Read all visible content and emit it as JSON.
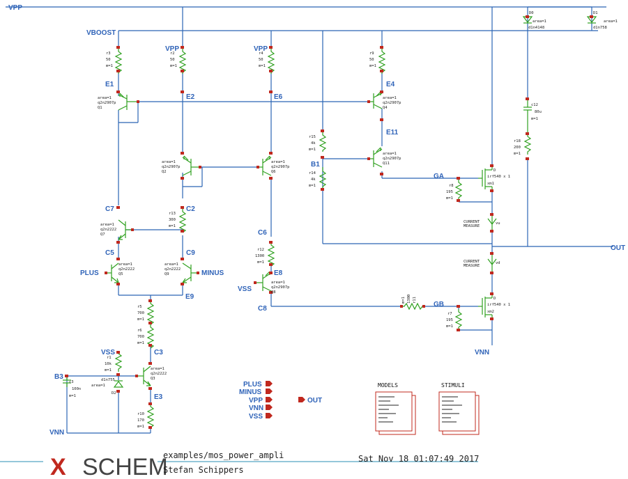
{
  "schematic": {
    "net_labels": {
      "vpp_top": "VPP",
      "vboost": "VBOOST",
      "vpp_r2": "VPP",
      "vpp_r4": "VPP",
      "e1": "E1",
      "e2": "E2",
      "e6": "E6",
      "e4": "E4",
      "e11": "E11",
      "b1": "B1",
      "c7": "C7",
      "c2": "C2",
      "c5": "C5",
      "c9": "C9",
      "plus": "PLUS",
      "minus": "MINUS",
      "e9": "E9",
      "c6": "C6",
      "e8": "E8",
      "vss_q8": "VSS",
      "c8": "C8",
      "ga": "GA",
      "gb": "GB",
      "out": "OUT",
      "vnn_right": "VNN",
      "vss_r1": "VSS",
      "c3": "C3",
      "b3": "B3",
      "e3": "E3",
      "vnn_left": "VNN"
    },
    "components": {
      "r3": [
        "r3",
        "50",
        "m=1"
      ],
      "r2": [
        "r2",
        "50",
        "m=1"
      ],
      "r4": [
        "r4",
        "50",
        "m=1"
      ],
      "r9": [
        "r9",
        "50",
        "m=1"
      ],
      "q1": [
        "area=1",
        "q2n2907p",
        "Q1"
      ],
      "q4": [
        "area=1",
        "q2n2907p",
        "Q4"
      ],
      "q2": [
        "area=1",
        "q2n2907p",
        "Q2"
      ],
      "q6": [
        "area=1",
        "q2n2907p",
        "Q6"
      ],
      "q11": [
        "area=1",
        "q2n2907p",
        "Q11"
      ],
      "r15": [
        "r15",
        "4k",
        "m=1"
      ],
      "r14": [
        "r14",
        "4k",
        "m=1"
      ],
      "r13": [
        "r13",
        "300",
        "m=1"
      ],
      "q7": [
        "area=1",
        "q2n2222",
        "Q7"
      ],
      "q5": [
        "area=1",
        "q2n2222",
        "Q5"
      ],
      "q9": [
        "area=1",
        "q2n2222",
        "Q9"
      ],
      "r12": [
        "r12",
        "1300",
        "m=1"
      ],
      "q8": [
        "area=1",
        "q2n2907p",
        "Q8"
      ],
      "r5": [
        "r5",
        "700",
        "m=1"
      ],
      "r6": [
        "r6",
        "700",
        "m=1"
      ],
      "r1": [
        "r1",
        "10k",
        "m=1"
      ],
      "q3": [
        "area=1",
        "q2n2222",
        "Q3"
      ],
      "d2": [
        "d1n755",
        "area=1",
        "D2"
      ],
      "c3": [
        "c3",
        "100n",
        "m=1"
      ],
      "r10": [
        "r10",
        "170",
        "m=1"
      ],
      "d0": [
        "D0",
        "area=1",
        "d1n4148"
      ],
      "d1": [
        "D1",
        "area=1",
        "d1n758"
      ],
      "c12": [
        "c12",
        "80u",
        "m=1"
      ],
      "r18": [
        "r18",
        "200",
        "m=1"
      ],
      "xm1": [
        "D",
        "irf540 x 1",
        "xm1"
      ],
      "r8": [
        "r8",
        "195",
        "m=1"
      ],
      "xm2": [
        "D",
        "irf540 x 1",
        "xm2"
      ],
      "r7": [
        "r7",
        "195",
        "m=1"
      ],
      "r11": [
        "m=1",
        "1300",
        "r11"
      ],
      "vu": [
        "CURRENT",
        "MEASURE",
        "vu"
      ],
      "vd": [
        "CURRENT",
        "MEASURE",
        "vd"
      ]
    },
    "ports": [
      "PLUS",
      "MINUS",
      "VPP",
      "VNN",
      "VSS"
    ],
    "out_port": "OUT",
    "docs": {
      "models": "MODELS",
      "stimuli": "STIMULI"
    }
  },
  "title_block": {
    "logo_x": "X",
    "logo_rest": "SCHEM",
    "path": "examples/mos_power_ampli",
    "author": "Stefan Schippers",
    "date": "Sat Nov 18 01:07:49 2017"
  }
}
